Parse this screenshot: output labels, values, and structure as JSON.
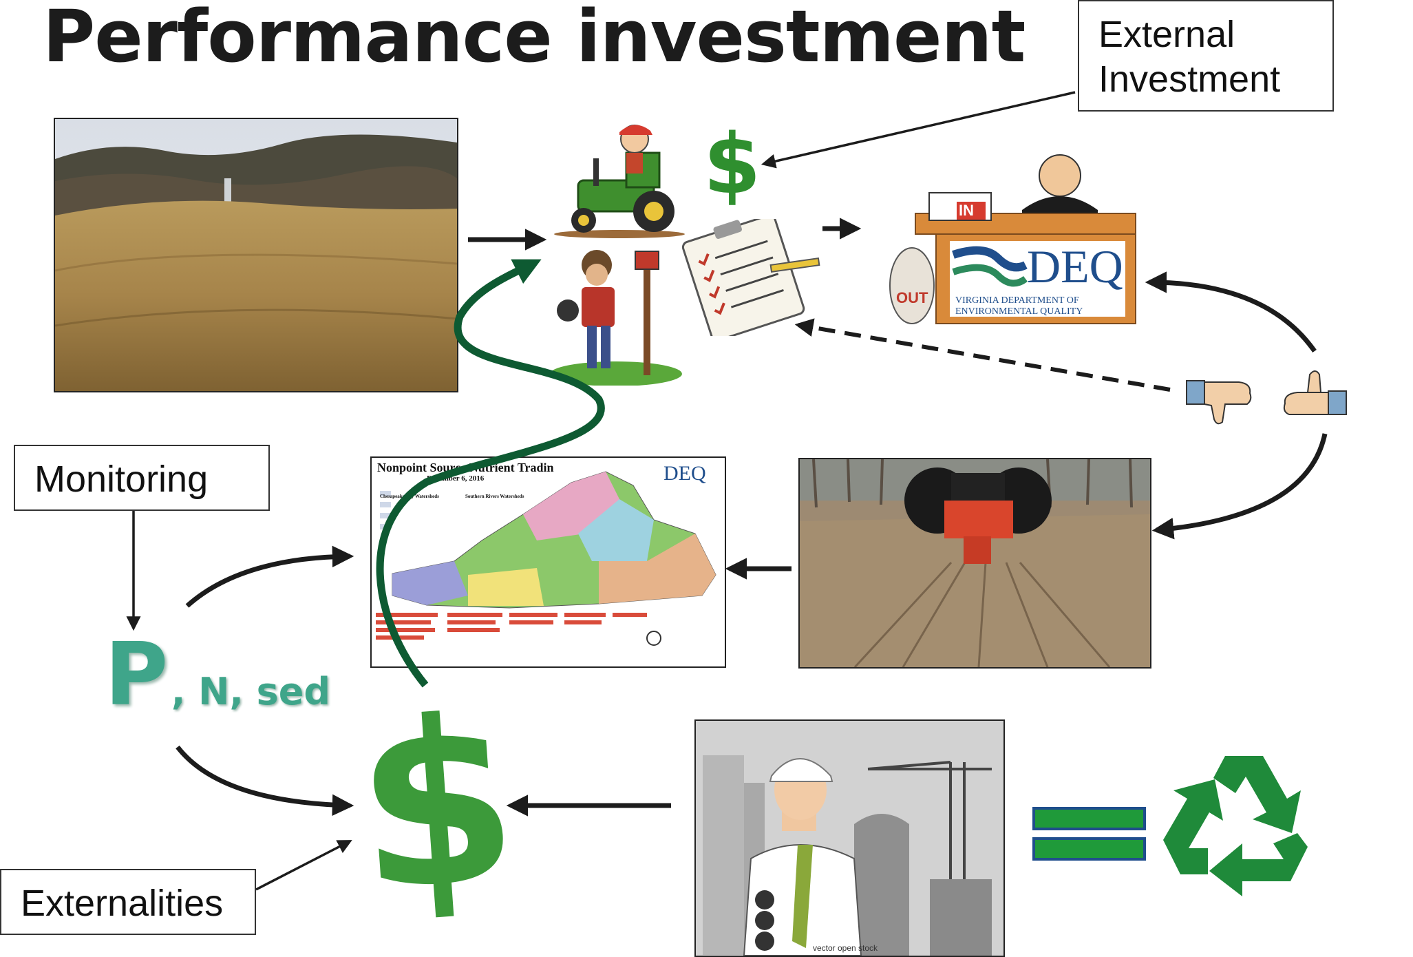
{
  "title": "Performance investment",
  "boxes": {
    "external_investment": [
      "External",
      "Investment"
    ],
    "monitoring": "Monitoring",
    "externalities": "Externalities"
  },
  "pollutants": {
    "p": "P",
    "rest": ", N, sed"
  },
  "deq_badge": {
    "in": "IN",
    "out": "OUT",
    "logo": "DEQ",
    "line1": "VIRGINIA DEPARTMENT OF",
    "line2": "ENVIRONMENTAL QUALITY"
  },
  "map": {
    "title": "Nonpoint Source Nutrient Tradin",
    "date": "December 6, 2016",
    "logo": "DEQ",
    "legend_left": "Chesapeake Bay Watersheds",
    "legend_right": "Southern Rivers Watersheds"
  },
  "stock_credit": "vector open stock",
  "colors": {
    "dollar_green": "#2f8f2f",
    "flow_green": "#0e5a32",
    "teal": "#3fa58a",
    "deq_blue": "#1f4e8c",
    "equals_green": "#1f9a3a"
  }
}
